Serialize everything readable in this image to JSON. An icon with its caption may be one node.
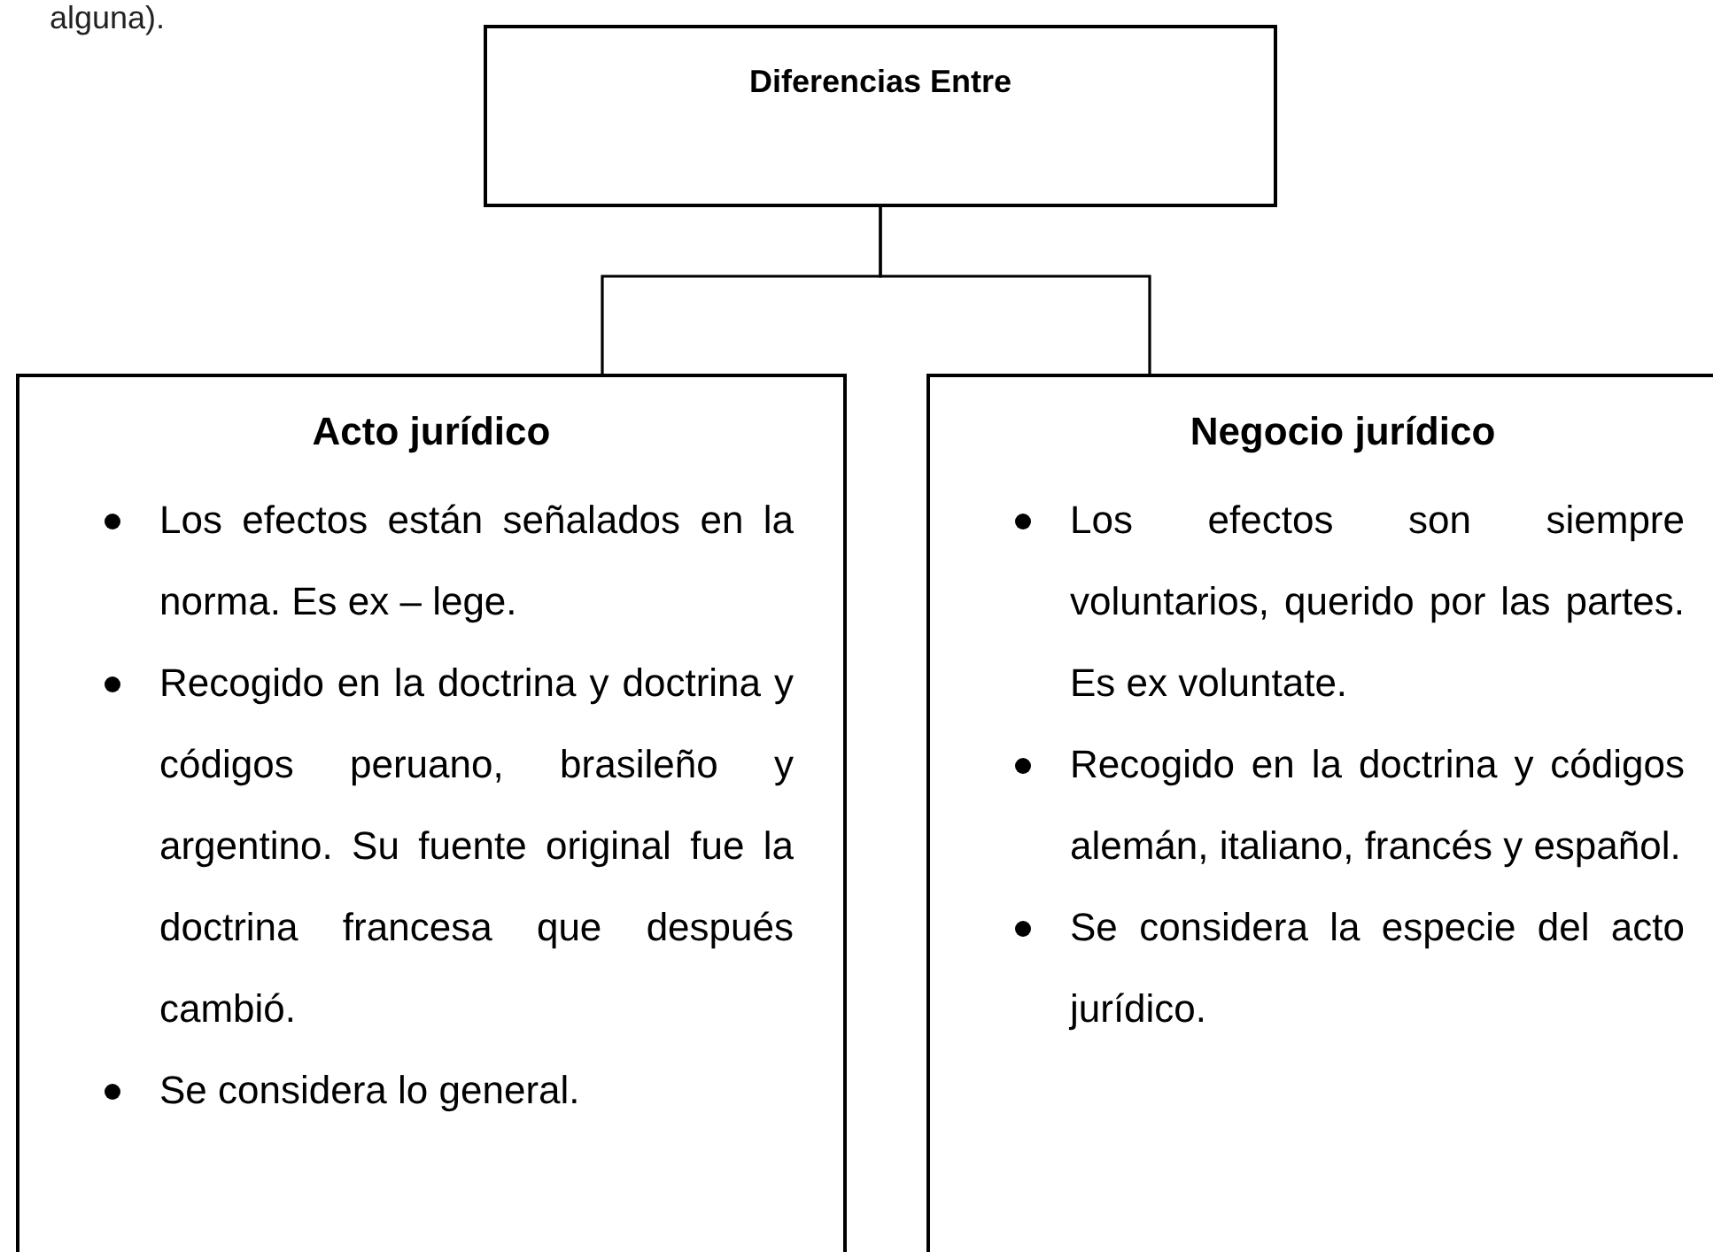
{
  "diagram": {
    "nodes": [
      {
        "text": [
          "Diferencias Entre"
        ]
      },
      {
        "text": [
          "Acto jurídico",
          "Los efectos están señalados en la norma. Es ex – lege.",
          "Recogido en la doctrina y doctrina y códigos peruano, brasileño y argentino. Su fuente original fue la doctrina francesa que después cambió.",
          "Se considera lo general."
        ]
      },
      {
        "text": [
          "Negocio jurídico",
          "Los efectos son siempre voluntarios, querido por las partes. Es ex voluntate.",
          "Recogido en la doctrina y códigos alemán, italiano, francés y español.",
          "Se considera la especie del acto jurídico."
        ]
      }
    ],
    "edges": [
      {
        "from": 0,
        "to": 1,
        "arrow": "none"
      },
      {
        "from": 0,
        "to": 2,
        "arrow": "none"
      }
    ],
    "labels": [
      "alguna)."
    ]
  }
}
